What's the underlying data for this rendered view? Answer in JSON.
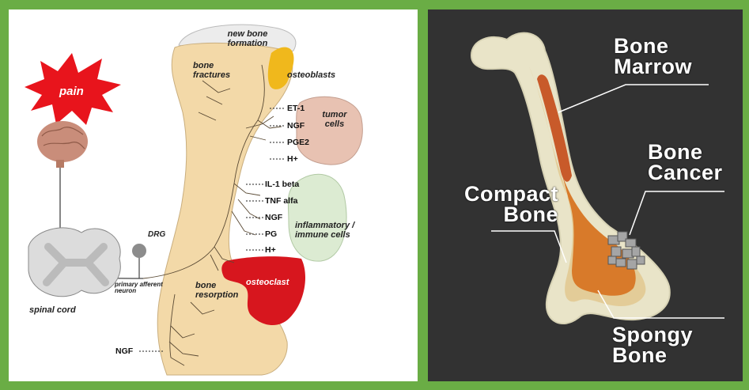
{
  "left_diagram": {
    "pain": "pain",
    "new_bone_formation": "new bone formation",
    "bone_fractures": "bone fractures",
    "osteoblasts": "osteoblasts",
    "tumor_cells": "tumor cells",
    "inflammatory_cells": "inflammatory / immune cells",
    "osteoclast": "osteoclast",
    "bone_resorption": "bone resorption",
    "drg": "DRG",
    "primary_afferent_neuron": "primary afferent neuron",
    "spinal_cord": "spinal cord",
    "mediators_tumor": [
      "ET-1",
      "NGF",
      "PGE2",
      "H+"
    ],
    "mediators_inflammatory": [
      "IL-1 beta",
      "TNF alfa",
      "NGF",
      "PG",
      "H+"
    ],
    "ngf_bottom": "NGF"
  },
  "right_diagram": {
    "bone_marrow": "Bone Marrow",
    "bone_cancer": "Bone Cancer",
    "compact_bone": "Compact Bone",
    "spongy_bone": "Spongy Bone"
  },
  "colors": {
    "frame_green": "#6aad45",
    "right_background": "#323232",
    "pain_red": "#e8141c",
    "osteoclast_red": "#d7161e",
    "osteoblast_yellow": "#f0b81c",
    "tumor_pink": "#e8c2b2",
    "inflammatory_green": "#dcebd2",
    "bone_beige": "#f3d9a8",
    "marrow_orange": "#d87a2a"
  }
}
